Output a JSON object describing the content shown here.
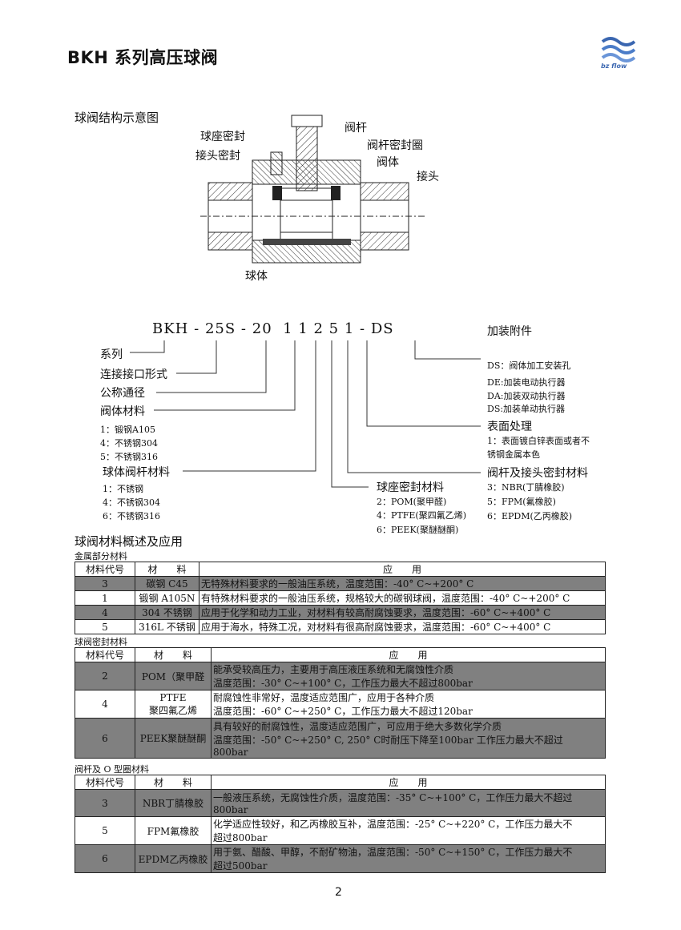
{
  "header": {
    "title": "BKH 系列高压球阀",
    "logo_text": "bz flow"
  },
  "diagram": {
    "caption": "球阀结构示意图",
    "labels": {
      "seat_seal": "球座密封",
      "joint_seal": "接头密封",
      "stem": "阀杆",
      "stem_seal_ring": "阀杆密封圈",
      "body": "阀体",
      "joint": "接头",
      "ball": "球体"
    }
  },
  "code": {
    "string": [
      "BKH",
      "-",
      "25S",
      "-",
      "20",
      "1",
      "1",
      "2",
      "5",
      "1",
      "-",
      "DS"
    ],
    "series": "系列",
    "connection": "连接接口形式",
    "nominal": "公称通径",
    "body_material": {
      "title": "阀体材料",
      "options": [
        "1：锻钢A105",
        "4：不锈钢304",
        "5：不锈钢316"
      ]
    },
    "ball_stem_material": {
      "title": "球体阀杆材料",
      "options": [
        "1：不锈钢",
        "4：不锈钢304",
        "6：不锈钢316"
      ]
    },
    "seat_material": {
      "title": "球座密封材料",
      "options": [
        "2：POM(聚甲醛)",
        "4：PTFE(聚四氟乙烯)",
        "6：PEEK(聚醚醚酮)"
      ]
    },
    "stem_seal_material": {
      "title": "阀杆及接头密封材料",
      "options": [
        "3：NBR(丁腈橡胶)",
        "5：FPM(氟橡胶)",
        "6：EPDM(乙丙橡胶)"
      ]
    },
    "surface": {
      "title": "表面处理",
      "desc_1": "1：表面镀白锌表面或者不",
      "desc_2": "锈钢金属本色"
    },
    "accessories": {
      "title": "加装附件",
      "options": [
        "DS：阀体加工安装孔",
        "DE:加装电动执行器",
        "DA:加装双动执行器",
        "DS:加装单动执行器"
      ]
    }
  },
  "overview": {
    "title": "球阀材料概述及应用"
  },
  "metal_table": {
    "caption": "金属部分材料",
    "headers": [
      "材料代号",
      "材　　料",
      "应　　用"
    ],
    "rows": [
      [
        "3",
        "碳钢 C45",
        "无特殊材料要求的一般油压系统，温度范围：-40° C~+200° C"
      ],
      [
        "1",
        "锻钢 A105N",
        "有特殊材料要求的一般油压系统，规格较大的碳钢球阀，温度范围：-40° C~+200° C"
      ],
      [
        "4",
        "304 不锈钢",
        "应用于化学和动力工业，对材料有较高耐腐蚀要求，温度范围：-60° C~+400° C"
      ],
      [
        "5",
        "316L 不锈钢",
        "应用于海水，特殊工况，对材料有很高耐腐蚀要求，温度范围：-60° C~+400° C"
      ]
    ]
  },
  "seat_table": {
    "caption": "球阀密封材料",
    "headers": [
      "材料代号",
      "材　　料",
      "应　　用"
    ],
    "rows": [
      {
        "code": "2",
        "material": "POM（聚甲醛",
        "app": [
          "能承受较高压力，主要用于高压液压系统和无腐蚀性介质",
          "温度范围：-30° C~+100° C，工作压力最大不超过800bar"
        ]
      },
      {
        "code": "4",
        "material": "PTFE",
        "material_2": "聚四氟乙烯",
        "app": [
          "耐腐蚀性非常好，温度适应范围广，应用于各种介质",
          "温度范围：-60° C~+250° C，工作压力最大不超过120bar"
        ]
      },
      {
        "code": "6",
        "material": "PEEK聚醚醚酮",
        "app": [
          "具有较好的耐腐蚀性，温度适应范围广，可应用于绝大多数化学介质",
          "温度范围：-50° C~+250° C, 250° C时耐压下降至100bar 工作压力最大不超过",
          "800bar"
        ]
      }
    ]
  },
  "oring_table": {
    "caption": "阀杆及 O 型圈材料",
    "headers": [
      "材料代号",
      "材　　料",
      "应　　用"
    ],
    "rows": [
      {
        "code": "3",
        "material": "NBR丁腈橡胶",
        "app": [
          "一般液压系统，无腐蚀性介质，温度范围：-35° C~+100° C，工作压力最大不超过",
          "800bar"
        ]
      },
      {
        "code": "5",
        "material": "FPM氟橡胶",
        "app": [
          "化学适应性较好，和乙丙橡胶互补，温度范围：-25° C~+220° C，工作压力最大不",
          "超过800bar"
        ]
      },
      {
        "code": "6",
        "material": "EPDM乙丙橡胶",
        "app": [
          "用于氨、醋酸、甲醇，不耐矿物油，温度范围：-50° C~+150° C，工作压力最大不",
          "超过500bar"
        ]
      }
    ]
  },
  "page_number": "2"
}
